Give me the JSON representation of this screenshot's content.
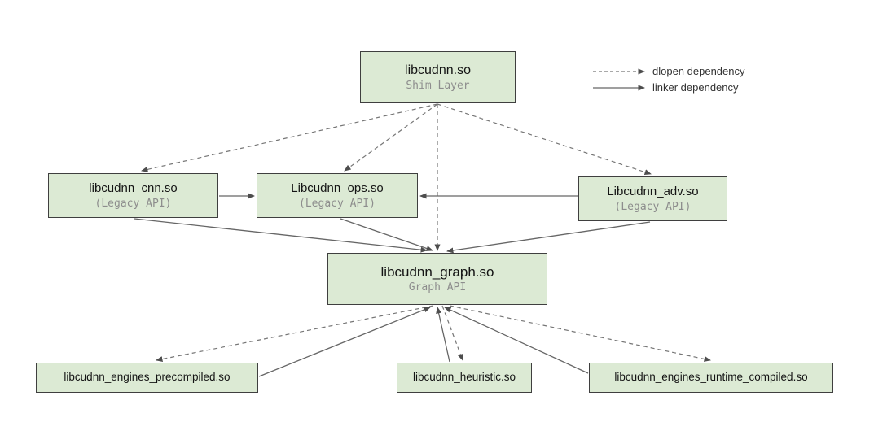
{
  "legend": {
    "items": [
      {
        "label": "dlopen dependency",
        "style": "dashed"
      },
      {
        "label": "linker dependency",
        "style": "solid"
      }
    ]
  },
  "nodes": {
    "shim": {
      "title": "libcudnn.so",
      "subtitle": "Shim Layer"
    },
    "cnn": {
      "title": "libcudnn_cnn.so",
      "subtitle": "(Legacy API)"
    },
    "ops": {
      "title": "Libcudnn_ops.so",
      "subtitle": "(Legacy API)"
    },
    "adv": {
      "title": "Libcudnn_adv.so",
      "subtitle": "(Legacy API)"
    },
    "graph": {
      "title": "libcudnn_graph.so",
      "subtitle": "Graph API"
    },
    "engines_precompiled": {
      "title": "libcudnn_engines_precompiled.so"
    },
    "heuristic": {
      "title": "libcudnn_heuristic.so"
    },
    "engines_runtime_compiled": {
      "title": "libcudnn_engines_runtime_compiled.so"
    }
  },
  "edges": [
    {
      "from": "libcudnn.so",
      "to": "libcudnn_cnn.so",
      "type": "dlopen"
    },
    {
      "from": "libcudnn.so",
      "to": "Libcudnn_ops.so",
      "type": "dlopen"
    },
    {
      "from": "libcudnn.so",
      "to": "Libcudnn_adv.so",
      "type": "dlopen"
    },
    {
      "from": "libcudnn.so",
      "to": "libcudnn_graph.so",
      "type": "dlopen"
    },
    {
      "from": "libcudnn_cnn.so",
      "to": "Libcudnn_ops.so",
      "type": "linker"
    },
    {
      "from": "Libcudnn_adv.so",
      "to": "Libcudnn_ops.so",
      "type": "linker"
    },
    {
      "from": "libcudnn_cnn.so",
      "to": "libcudnn_graph.so",
      "type": "linker"
    },
    {
      "from": "Libcudnn_ops.so",
      "to": "libcudnn_graph.so",
      "type": "linker"
    },
    {
      "from": "Libcudnn_adv.so",
      "to": "libcudnn_graph.so",
      "type": "linker"
    },
    {
      "from": "libcudnn_graph.so",
      "to": "libcudnn_engines_precompiled.so",
      "type": "dlopen"
    },
    {
      "from": "libcudnn_graph.so",
      "to": "libcudnn_heuristic.so",
      "type": "dlopen"
    },
    {
      "from": "libcudnn_graph.so",
      "to": "libcudnn_engines_runtime_compiled.so",
      "type": "dlopen"
    },
    {
      "from": "libcudnn_engines_precompiled.so",
      "to": "libcudnn_graph.so",
      "type": "linker"
    },
    {
      "from": "libcudnn_heuristic.so",
      "to": "libcudnn_graph.so",
      "type": "linker"
    },
    {
      "from": "libcudnn_engines_runtime_compiled.so",
      "to": "libcudnn_graph.so",
      "type": "linker"
    }
  ],
  "colors": {
    "node_fill": "#dcead4",
    "node_border": "#3f3f3f",
    "line": "#6b6b6b",
    "subtitle_text": "#8d8d8d"
  }
}
